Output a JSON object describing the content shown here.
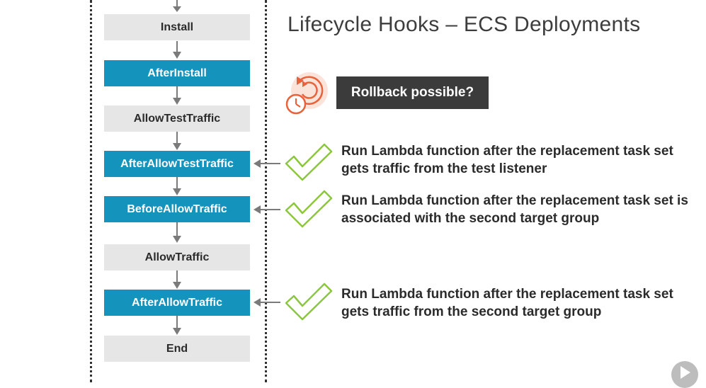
{
  "title": "Lifecycle Hooks – ECS Deployments",
  "flow": {
    "steps": [
      {
        "label": "Install",
        "type": "gray"
      },
      {
        "label": "AfterInstall",
        "type": "teal"
      },
      {
        "label": "AllowTestTraffic",
        "type": "gray"
      },
      {
        "label": "AfterAllowTestTraffic",
        "type": "teal"
      },
      {
        "label": "BeforeAllowTraffic",
        "type": "teal"
      },
      {
        "label": "AllowTraffic",
        "type": "gray"
      },
      {
        "label": "AfterAllowTraffic",
        "type": "teal"
      },
      {
        "label": "End",
        "type": "gray"
      }
    ]
  },
  "rollback": {
    "label": "Rollback possible?",
    "icon": "rollback-clock-icon"
  },
  "hooks": [
    {
      "text": "Run Lambda function after the replacement task set gets traffic from the test listener",
      "icon": "check-icon"
    },
    {
      "text": "Run Lambda function after the replacement task set is associated with the second target group",
      "icon": "check-icon"
    },
    {
      "text": "Run Lambda function after the replacement task set gets traffic from the second target group",
      "icon": "check-icon"
    }
  ],
  "colors": {
    "teal": "#1493bd",
    "gray_box": "#e6e6e6",
    "green_check": "#8cc63f",
    "orange_icon": "#e8623a",
    "dark_label": "#3b3b3b"
  },
  "player": {
    "icon": "play-logo-icon"
  }
}
